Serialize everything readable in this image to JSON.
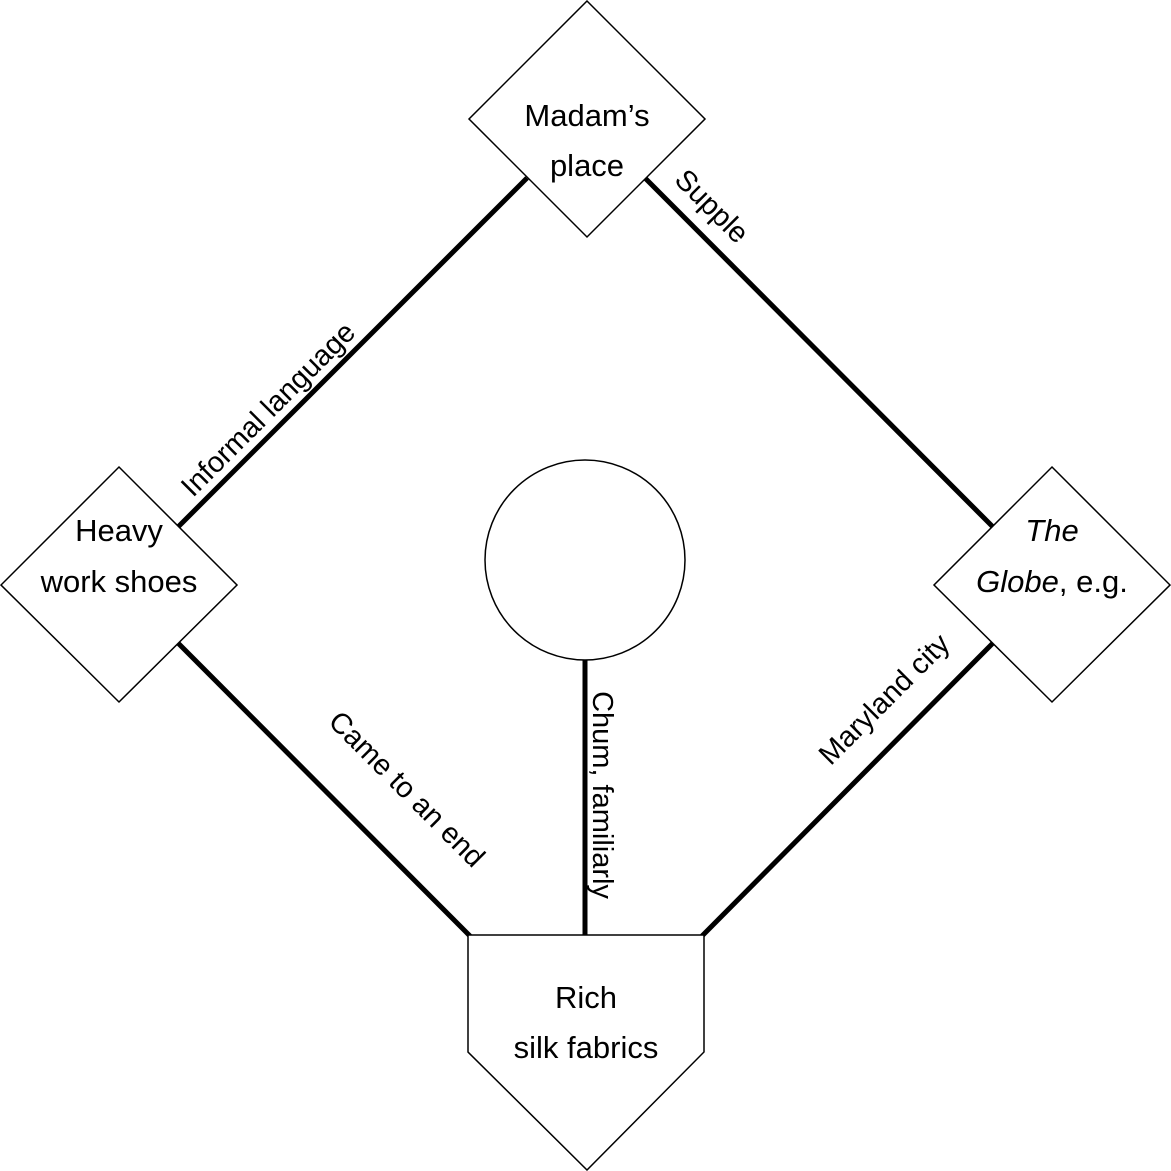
{
  "nodes": {
    "top": {
      "line1": "Madam’s",
      "line2": "place"
    },
    "left": {
      "line1": "Heavy",
      "line2": "work shoes"
    },
    "right": {
      "line1": "The",
      "line2_italic": "Globe",
      "line2_rest": ", e.g."
    },
    "home": {
      "line1": "Rich",
      "line2": "silk fabrics"
    }
  },
  "center": {
    "answer": ""
  },
  "edges": {
    "left_top": "Informal language",
    "top_right": "Supple",
    "left_home": "Came to an end",
    "right_home": "Maryland city",
    "center_home": "Chum, familiarly"
  },
  "colors": {
    "stroke": "#000000",
    "fill": "#ffffff"
  }
}
